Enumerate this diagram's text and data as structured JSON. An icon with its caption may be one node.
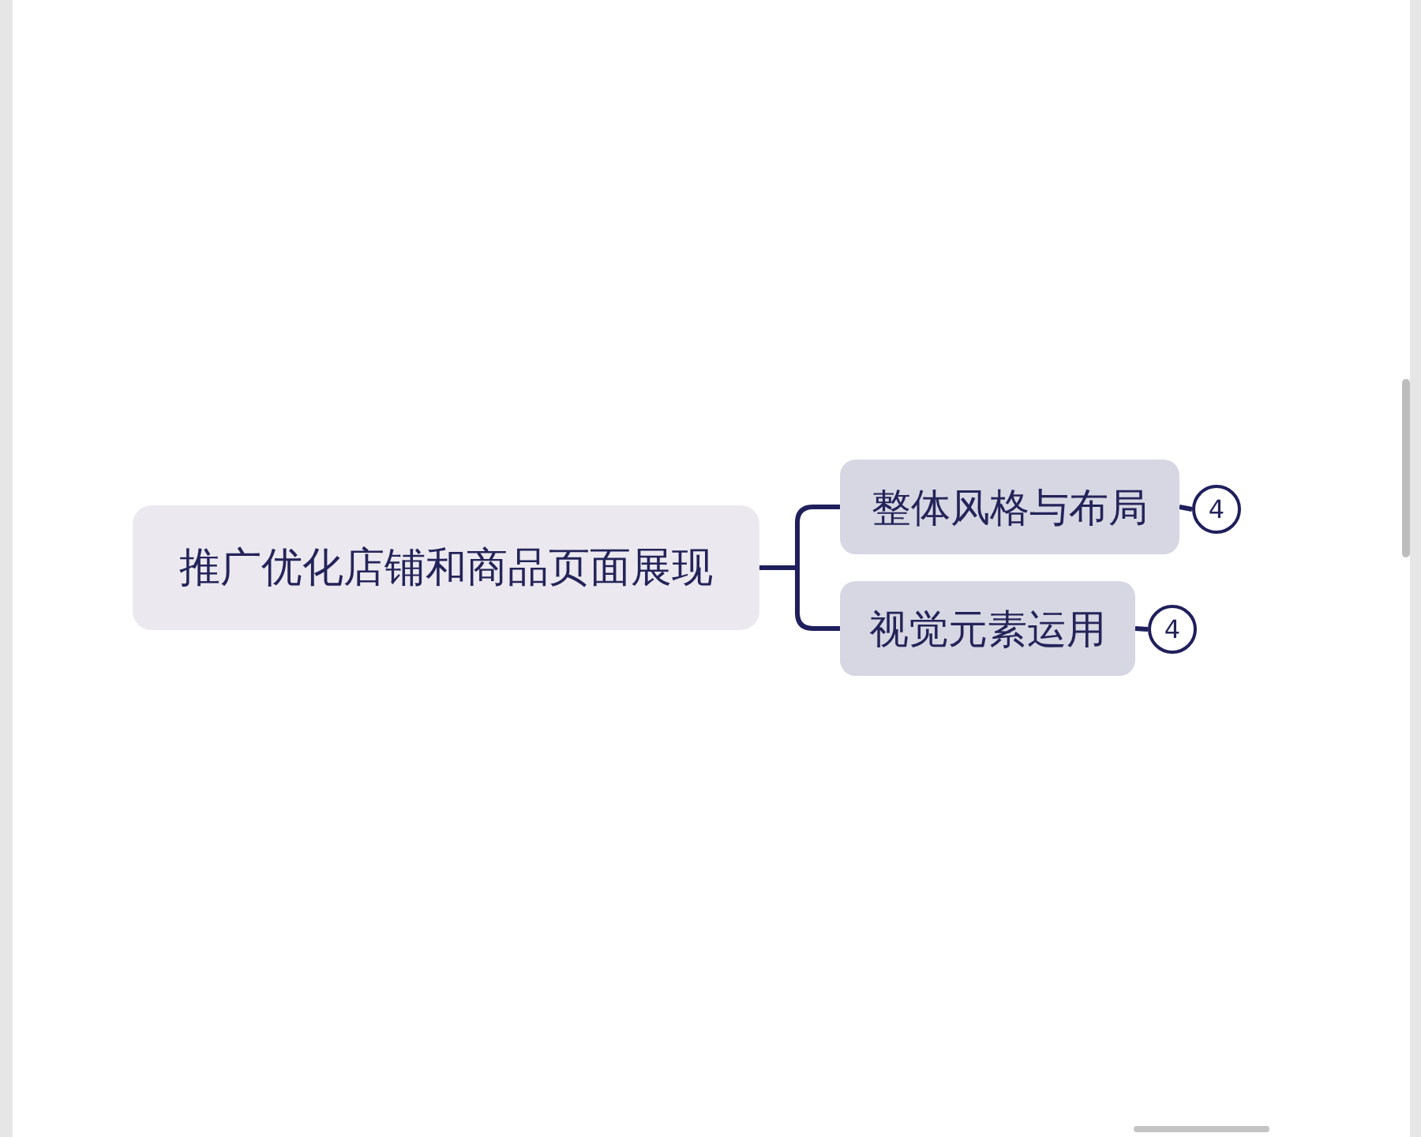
{
  "diagram": {
    "nodes": [
      {
        "text": [
          "推广优化店铺和商品页面展现"
        ]
      },
      {
        "text": [
          "整体风格与布局"
        ]
      },
      {
        "text": [
          "视觉元素运用"
        ]
      },
      {
        "text": [
          "4"
        ]
      },
      {
        "text": [
          "4"
        ]
      }
    ],
    "edges": [
      {
        "from": 0,
        "to": 1,
        "arrow": "none"
      },
      {
        "from": 0,
        "to": 2,
        "arrow": "none"
      },
      {
        "from": 1,
        "to": 3,
        "arrow": "none"
      },
      {
        "from": 2,
        "to": 4,
        "arrow": "none"
      }
    ]
  }
}
